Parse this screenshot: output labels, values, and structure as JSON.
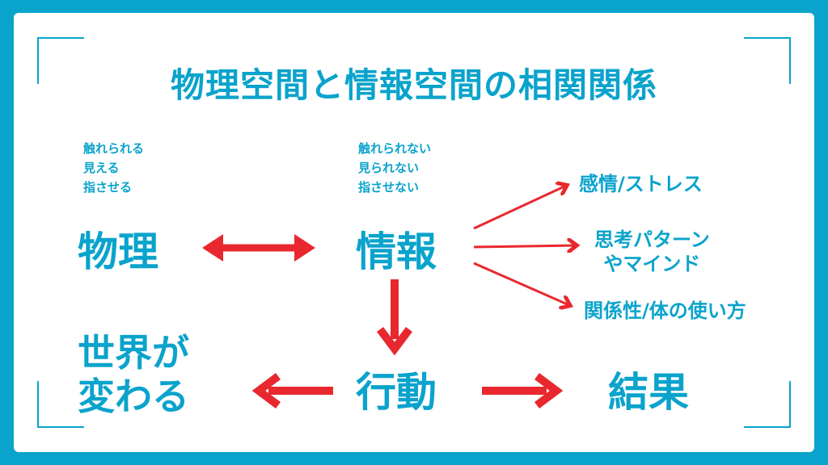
{
  "title": "物理空間と情報空間の相関関係",
  "physical": {
    "traits": [
      "触れられる",
      "見える",
      "指させる"
    ],
    "label": "物理"
  },
  "information": {
    "traits": [
      "触れられない",
      "見られない",
      "指させない"
    ],
    "label": "情報"
  },
  "info_outputs": [
    {
      "lines": [
        "感情/ストレス"
      ]
    },
    {
      "lines": [
        "思考パターン",
        "やマインド"
      ]
    },
    {
      "lines": [
        "関係性/体の使い方"
      ]
    }
  ],
  "world_change": [
    "世界が",
    "変わる"
  ],
  "action": "行動",
  "result": "結果",
  "colors": {
    "accent": "#0aa3cc",
    "arrow": "#e8282e",
    "background": "#ffffff"
  }
}
